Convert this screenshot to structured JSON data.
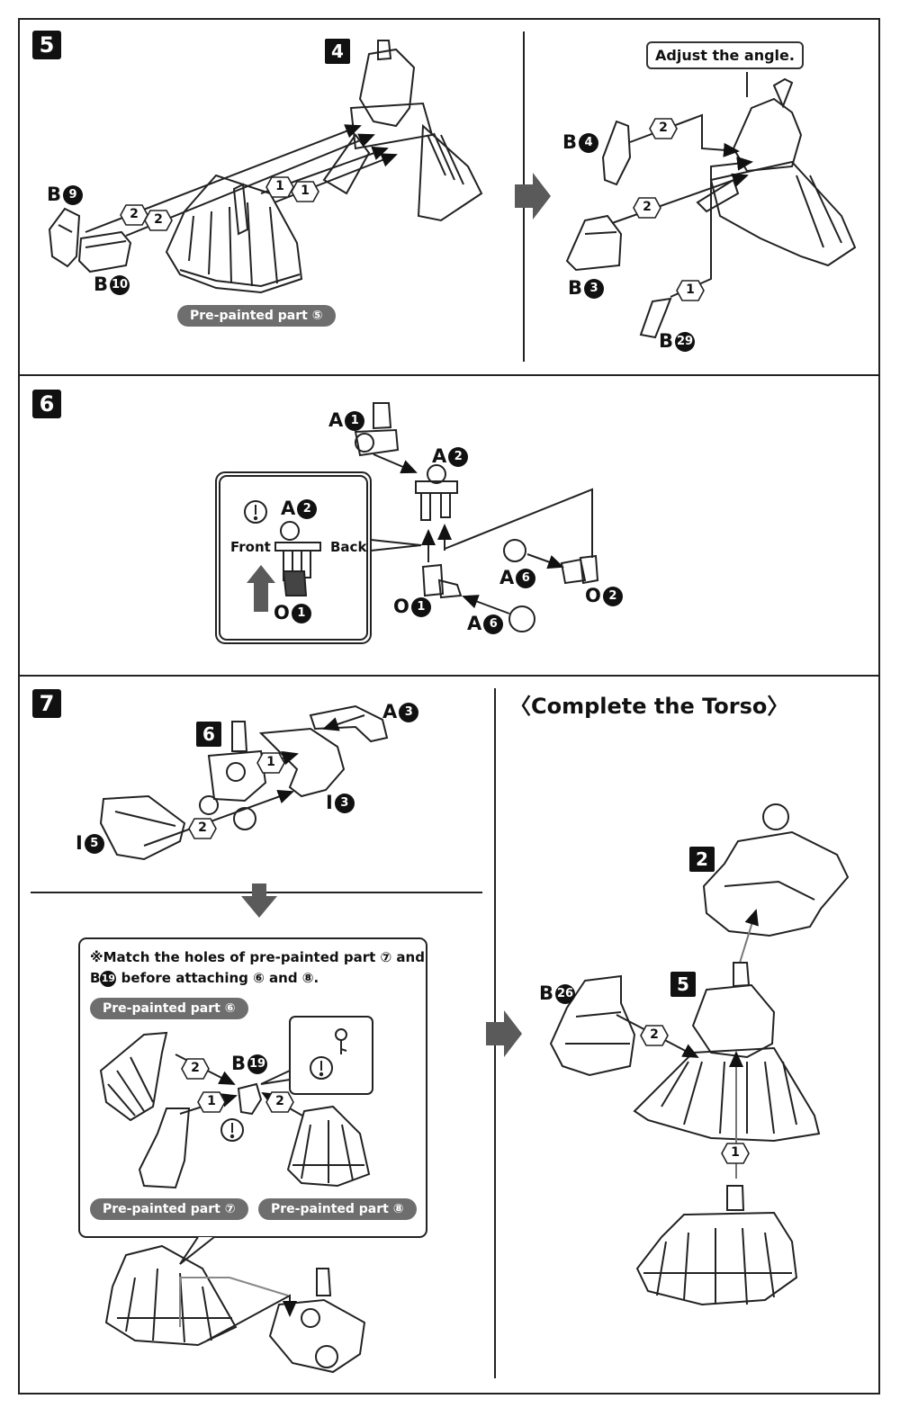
{
  "steps": {
    "s5": {
      "number": "5"
    },
    "s6": {
      "number": "6"
    },
    "s7": {
      "number": "7"
    }
  },
  "sub_assemblies": {
    "a4": "4",
    "a6": "6",
    "a2": "2",
    "a5": "5"
  },
  "labels": {
    "adjust_angle": "Adjust the angle.",
    "front": "Front",
    "back": "Back",
    "complete_torso": "〈Complete the Torso〉",
    "match_note_line1": "※Match the holes of pre-painted part ⑦ and",
    "match_note_line2_prefix": "B",
    "match_note_line2_num": "19",
    "match_note_line2_suffix": " before attaching ⑥ and ⑧."
  },
  "pills": {
    "p5": "Pre-painted part ⑤",
    "p6": "Pre-painted part ⑥",
    "p7": "Pre-painted part ⑦",
    "p8": "Pre-painted part ⑧"
  },
  "parts": {
    "b9": {
      "letter": "B",
      "num": "9"
    },
    "b10": {
      "letter": "B",
      "num": "10"
    },
    "b4": {
      "letter": "B",
      "num": "4"
    },
    "b3": {
      "letter": "B",
      "num": "3"
    },
    "b29": {
      "letter": "B",
      "num": "29"
    },
    "a1": {
      "letter": "A",
      "num": "1"
    },
    "a2": {
      "letter": "A",
      "num": "2"
    },
    "a2b": {
      "letter": "A",
      "num": "2"
    },
    "o1": {
      "letter": "O",
      "num": "1"
    },
    "o1b": {
      "letter": "O",
      "num": "1"
    },
    "o2": {
      "letter": "O",
      "num": "2"
    },
    "a6a": {
      "letter": "A",
      "num": "6"
    },
    "a6b": {
      "letter": "A",
      "num": "6"
    },
    "a3": {
      "letter": "A",
      "num": "3"
    },
    "i3": {
      "letter": "I",
      "num": "3"
    },
    "i5": {
      "letter": "I",
      "num": "5"
    },
    "b19": {
      "letter": "B",
      "num": "19"
    },
    "b26": {
      "letter": "B",
      "num": "26"
    }
  },
  "order_marks": {
    "one": "1",
    "two": "2"
  },
  "colors": {
    "badge": "#111111",
    "pill": "#6e6e6e",
    "arrow_gray": "#5a5a5a",
    "line": "#222222"
  }
}
